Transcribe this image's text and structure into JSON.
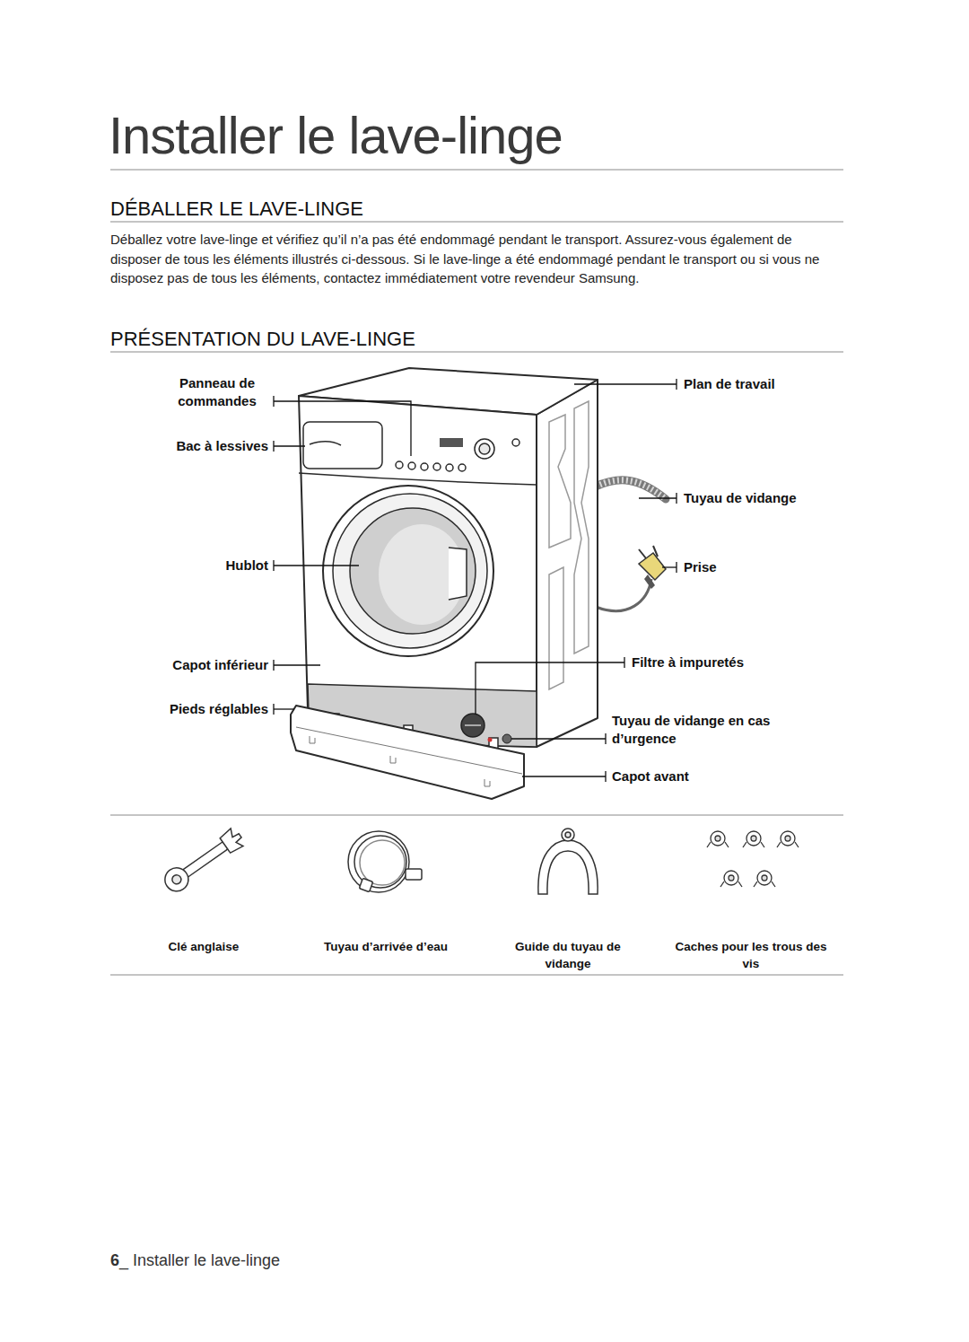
{
  "diagram": {
    "title": "Installer le lave-linge",
    "labels": [
      "DÉBALLER LE LAVE-LINGE",
      "Déballez votre lave-linge et vérifiez qu’il n’a pas été endommagé pendant le transport. Assurez-vous également de disposer de tous les éléments illustrés ci-dessous. Si le lave-linge a été endommagé pendant le transport ou si vous ne disposez pas de tous les éléments, contactez immédiatement votre revendeur Samsung.",
      "PRÉSENTATION DU LAVE-LINGE",
      "Panneau de commandes",
      "Bac à lessives",
      "Hublot",
      "Capot inférieur",
      "Pieds réglables",
      "Plan de travail",
      "Tuyau de vidange",
      "Prise",
      "Filtre à impuretés",
      "Tuyau de vidange en cas d’urgence",
      "Capot avant",
      "Clé anglaise",
      "Tuyau d’arrivée d’eau",
      "Guide du tuyau de vidange",
      "Caches pour les trous des vis",
      "6_ Installer le lave-linge"
    ]
  }
}
